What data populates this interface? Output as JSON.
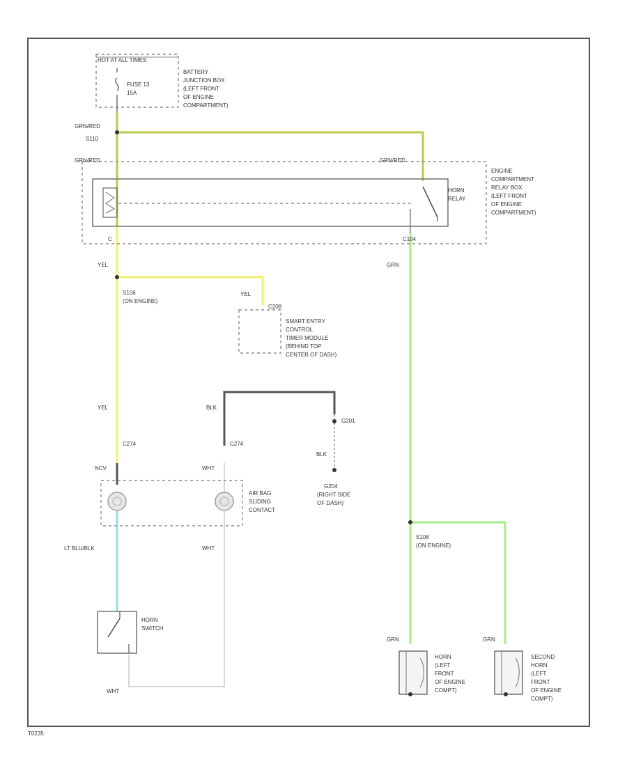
{
  "colors": {
    "yel": "#f2f26a",
    "grnred": "#bcc84e",
    "grn": "#a6ef82",
    "blk": "#555555",
    "wht": "#d6d6d6",
    "ltblu": "#8fe0ea",
    "frame": "#555555"
  },
  "labels": {
    "hot_header": "HOT AT ALL TIMES",
    "fuse": [
      "FUSE 13",
      "15A"
    ],
    "battery_box": [
      "BATTERY",
      "JUNCTION BOX",
      "(LEFT FRONT",
      "OF ENGINE",
      "COMPARTMENT)"
    ],
    "w_grnred_1": "GRN/RED",
    "splice_s110": "S110",
    "w_grnred_left": "GRN/RED",
    "w_grnred_right": "GRN/RED",
    "horn_relay": [
      "HORN",
      "RELAY"
    ],
    "relay_box": [
      "ENGINE",
      "COMPARTMENT",
      "RELAY BOX",
      "(LEFT FRONT",
      "OF ENGINE",
      "COMPARTMENT)"
    ],
    "c_left": "C",
    "c_right": "C104",
    "w_yel_1": "YEL",
    "w_grn_1": "GRN",
    "splice_s106": [
      "S106",
      "(ON ENGINE)"
    ],
    "w_yel_2": "YEL",
    "c208": "C208",
    "smart_module": [
      "SMART ENTRY",
      "CONTROL",
      "TIMER MODULE",
      "(BEHIND TOP",
      "CENTER OF DASH)"
    ],
    "w_yel_3": "YEL",
    "w_blk_1": "BLK",
    "c274_left": "C274",
    "c274_right": "C274",
    "g201_top": "G201",
    "w_blk_2": "BLK",
    "w_ncv": "NCV",
    "w_wht_1": "WHT",
    "g204": [
      "G204",
      "(RIGHT SIDE",
      "OF DASH)"
    ],
    "airbag": [
      "AIR BAG",
      "SLIDING",
      "CONTACT"
    ],
    "w_ltblu": "LT BLU/BLK",
    "w_wht_2": "WHT",
    "splice_s108": [
      "S108",
      "(ON ENGINE)"
    ],
    "horn_switch": [
      "HORN",
      "SWITCH"
    ],
    "w_grn_2": "GRN",
    "w_grn_3": "GRN",
    "horn_left": [
      "HORN",
      "(LEFT",
      "FRONT",
      "OF ENGINE",
      "COMPT)"
    ],
    "horn_second": [
      "SECOND",
      "HORN",
      "(LEFT",
      "FRONT",
      "OF ENGINE",
      "COMPT)"
    ],
    "w_wht_3": "WHT",
    "diagram_id": "T0235"
  }
}
